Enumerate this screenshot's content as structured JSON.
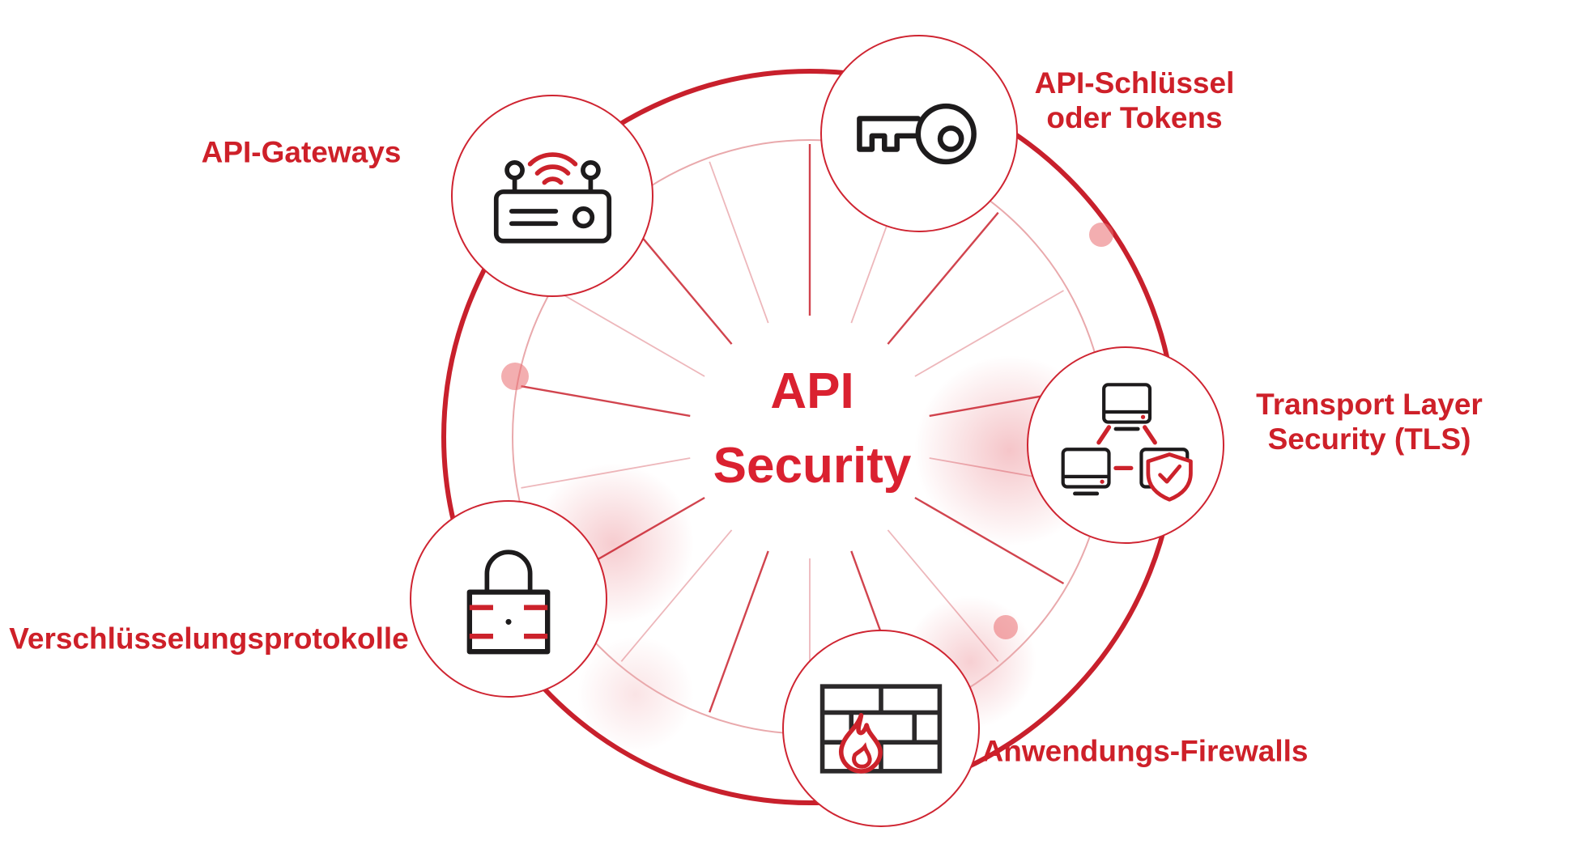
{
  "diagram": {
    "title_line1": "API",
    "title_line2": "Security",
    "nodes": [
      {
        "label": "API-Gateways",
        "icon": "router-icon"
      },
      {
        "label_line1": "API-Schlüssel",
        "label_line2": "oder Tokens",
        "icon": "key-icon"
      },
      {
        "label_line1": "Transport Layer",
        "label_line2": "Security (TLS)",
        "icon": "devices-shield-icon"
      },
      {
        "label": "Verschlüsselungsprotokolle",
        "icon": "padlock-icon"
      },
      {
        "label": "Anwendungs-Firewalls",
        "icon": "firewall-icon"
      }
    ],
    "colors": {
      "brand_red": "#ce2029",
      "title_red": "#da2130",
      "ring_red": "#c8202c",
      "ray_red": "#ca2430",
      "inner_ring_pink": "#e9a9ac",
      "icon_black": "#1d1b1c",
      "dot_pink": "#ea6b70",
      "background": "#ffffff"
    }
  }
}
